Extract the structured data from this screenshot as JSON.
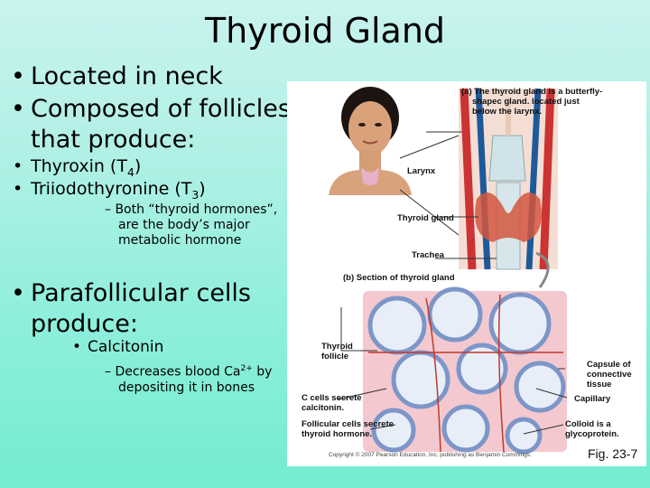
{
  "slide": {
    "title": "Thyroid Gland",
    "bullets": {
      "located": "Located in neck",
      "composed_l1": "Composed of follicles",
      "composed_l2": "that produce:",
      "thyroxin": "Thyroxin (T",
      "thyroxin_sub": "4",
      "triiodo": "Triiodothyronine (T",
      "triiodo_sub": "3",
      "both_1": "– Both “thyroid hormones”,",
      "both_2": "are the body’s major",
      "both_3": "metabolic hormone",
      "parafollicular_1": "Parafollicular cells",
      "parafollicular_2": "produce:",
      "calcitonin": "Calcitonin",
      "decreases_1": "– Decreases blood Ca",
      "decreases_sup": "2+",
      "decreases_1b": " by",
      "decreases_2": "depositing it in bones"
    }
  },
  "figure": {
    "panel_a_l1": "(a) The thyroid gland is a butterfly-",
    "panel_a_l2": "shapec gland. located just",
    "panel_a_l3": "below the larynx.",
    "larynx": "Larynx",
    "thyroid_gland": "Thyroid gland",
    "trachea": "Trachea",
    "panel_b": "(b) Section of thyroid gland",
    "thyroid_follicle_1": "Thyroid",
    "thyroid_follicle_2": "follicle",
    "capsule_1": "Capsule of",
    "capsule_2": "connective",
    "capsule_3": "tissue",
    "c_cells_1": "C cells secrete",
    "c_cells_2": "calcitonin.",
    "capillary": "Capillary",
    "follicular_1": "Follicular cells secrete",
    "follicular_2": "thyroid hormone.",
    "colloid_1": "Colloid is a",
    "colloid_2": "glycoprotein.",
    "copyright": "Copyright © 2007 Pearson Education, Inc. publishing as Benjamin Cummings.",
    "fig_num": "Fig. 23-7"
  }
}
